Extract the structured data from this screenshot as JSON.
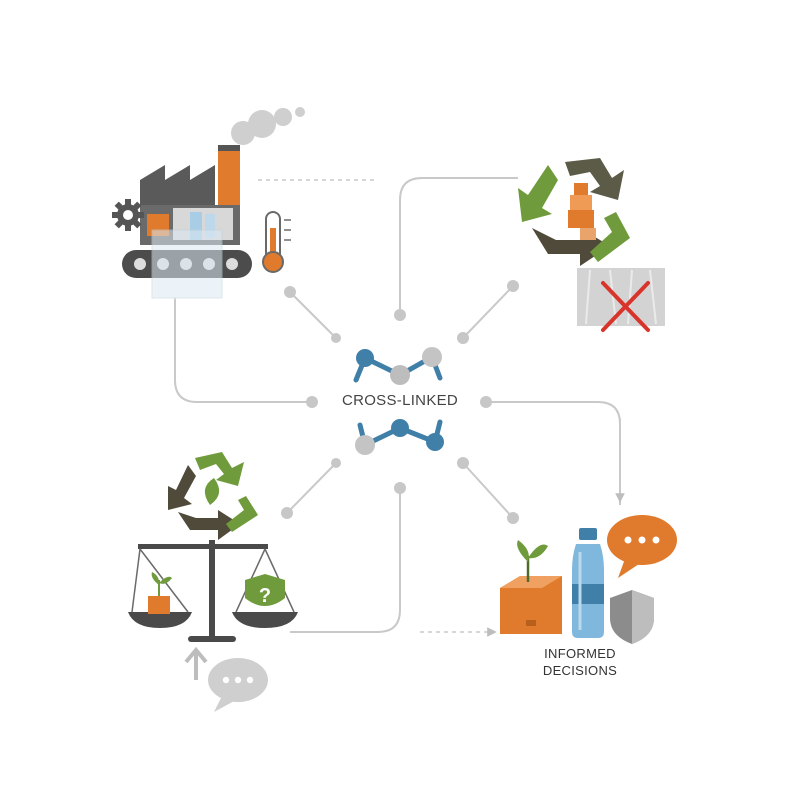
{
  "center": {
    "label": "CROSS-LINKED"
  },
  "bottom_right": {
    "label_line1": "INFORMED",
    "label_line2": "DECISIONS"
  },
  "icons": {
    "top_left": "factory-icon",
    "top_right": "recycle-icon",
    "bottom_left": "balance-scale-icon",
    "bottom_right": "product-icons"
  },
  "colors": {
    "green": "#6f9b3c",
    "dark_olive": "#4f4a3a",
    "orange": "#e07a2c",
    "gray": "#9e9e9e",
    "blue": "#3f7fa8",
    "red": "#d9342b",
    "light_blue": "#b9d9ec"
  }
}
